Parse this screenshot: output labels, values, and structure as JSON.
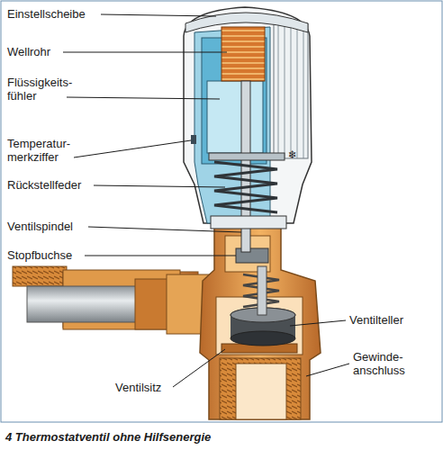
{
  "diagram": {
    "caption": "4 Thermostatventil ohne Hilfsenergie",
    "labels": [
      "Einstellscheibe",
      "Wellrohr",
      "Flüssigkeits- fühler",
      "Temperatur- merkziffer",
      "Rückstellfeder",
      "Ventilspindel",
      "Stopfbuchse",
      "Ventilteller",
      "Gewinde- anschluss",
      "Ventilsitz"
    ]
  }
}
